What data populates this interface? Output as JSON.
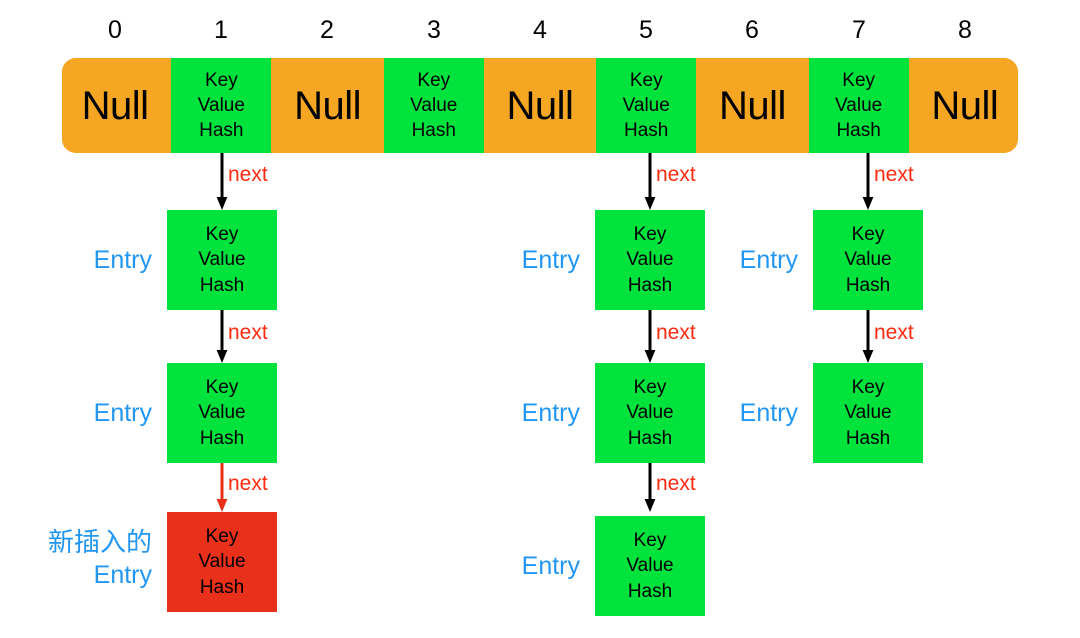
{
  "diagram": {
    "title": "HashMap bucket array with separate chaining",
    "colors": {
      "bucket_orange": "#F5A623",
      "entry_green": "#00E33C",
      "new_entry_red": "#E8301A",
      "label_blue": "#2196F3",
      "next_red": "#FF2A10",
      "text_black": "#000000",
      "background": "#FFFFFF"
    },
    "entry_fields": [
      "Key",
      "Value",
      "Hash"
    ],
    "null_label": "Null",
    "next_label": "next",
    "entry_label": "Entry",
    "new_entry_label_cn": "新插入的",
    "new_entry_label_en": "Entry",
    "indices": [
      "0",
      "1",
      "2",
      "3",
      "4",
      "5",
      "6",
      "7",
      "8"
    ],
    "buckets": [
      {
        "index": "0",
        "type": "null",
        "label": "Null"
      },
      {
        "index": "1",
        "type": "entry",
        "fields": [
          "Key",
          "Value",
          "Hash"
        ]
      },
      {
        "index": "2",
        "type": "null",
        "label": "Null"
      },
      {
        "index": "3",
        "type": "entry",
        "fields": [
          "Key",
          "Value",
          "Hash"
        ]
      },
      {
        "index": "4",
        "type": "null",
        "label": "Null"
      },
      {
        "index": "5",
        "type": "entry",
        "fields": [
          "Key",
          "Value",
          "Hash"
        ]
      },
      {
        "index": "6",
        "type": "null",
        "label": "Null"
      },
      {
        "index": "7",
        "type": "entry",
        "fields": [
          "Key",
          "Value",
          "Hash"
        ]
      },
      {
        "index": "8",
        "type": "null",
        "label": "Null"
      }
    ],
    "chains": [
      {
        "bucket_index": "1",
        "nodes": [
          {
            "label": "Entry",
            "color": "green",
            "fields": [
              "Key",
              "Value",
              "Hash"
            ],
            "incoming_arrow": "next",
            "arrow_color": "black"
          },
          {
            "label": "Entry",
            "color": "green",
            "fields": [
              "Key",
              "Value",
              "Hash"
            ],
            "incoming_arrow": "next",
            "arrow_color": "black"
          },
          {
            "label_cn": "新插入的",
            "label": "Entry",
            "color": "red",
            "fields": [
              "Key",
              "Value",
              "Hash"
            ],
            "incoming_arrow": "next",
            "arrow_color": "red"
          }
        ]
      },
      {
        "bucket_index": "5",
        "nodes": [
          {
            "label": "Entry",
            "color": "green",
            "fields": [
              "Key",
              "Value",
              "Hash"
            ],
            "incoming_arrow": "next",
            "arrow_color": "black"
          },
          {
            "label": "Entry",
            "color": "green",
            "fields": [
              "Key",
              "Value",
              "Hash"
            ],
            "incoming_arrow": "next",
            "arrow_color": "black"
          },
          {
            "label": "Entry",
            "color": "green",
            "fields": [
              "Key",
              "Value",
              "Hash"
            ],
            "incoming_arrow": "next",
            "arrow_color": "black"
          }
        ]
      },
      {
        "bucket_index": "7",
        "nodes": [
          {
            "label": "Entry",
            "color": "green",
            "fields": [
              "Key",
              "Value",
              "Hash"
            ],
            "incoming_arrow": "next",
            "arrow_color": "black"
          },
          {
            "label": "Entry",
            "color": "green",
            "fields": [
              "Key",
              "Value",
              "Hash"
            ],
            "incoming_arrow": "next",
            "arrow_color": "black"
          }
        ]
      }
    ]
  }
}
